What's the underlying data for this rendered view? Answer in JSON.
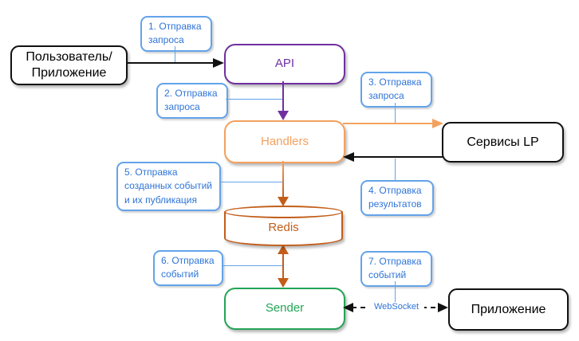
{
  "nodes": {
    "user": {
      "label": "Пользователь/\nПриложение"
    },
    "api": {
      "label": "API"
    },
    "handlers": {
      "label": "Handlers"
    },
    "redis": {
      "label": "Redis"
    },
    "sender": {
      "label": "Sender"
    },
    "services": {
      "label": "Сервисы LP"
    },
    "app": {
      "label": "Приложение"
    }
  },
  "callouts": [
    {
      "text": "1. Отправка запроса"
    },
    {
      "text": "2. Отправка запроса"
    },
    {
      "text": "3. Отправка запроса"
    },
    {
      "text": "4. Отправка результатов"
    },
    {
      "text": "5. Отправка созданных событий и их публикация"
    },
    {
      "text": "6. Отправка событий"
    },
    {
      "text": "7. Отправка событий"
    }
  ],
  "edges": {
    "websocket_label": "WebSocket"
  },
  "colors": {
    "purple": "#7030A0",
    "orange_light": "#F3A15F",
    "orange_dark": "#C25E1A",
    "green": "#23A455",
    "callout_border_blue": "#63A3EA",
    "callout_text_blue": "#2E74D8",
    "black": "#111111"
  }
}
